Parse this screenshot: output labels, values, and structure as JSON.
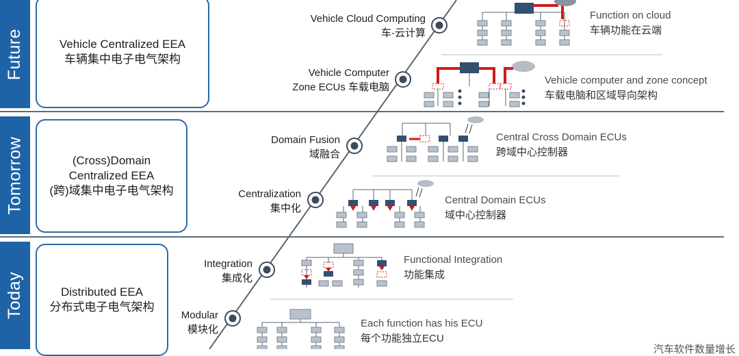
{
  "bands": [
    {
      "label": "Future"
    },
    {
      "label": "Tomorrow"
    },
    {
      "label": "Today"
    }
  ],
  "architectures": [
    {
      "en": "Vehicle Centralized EEA",
      "zh": "车辆集中电子电气架构"
    },
    {
      "en1": "(Cross)Domain",
      "en2": "Centralized EEA",
      "zh": "(跨)域集中电子电气架构"
    },
    {
      "en": "Distributed EEA",
      "zh": "分布式电子电气架构"
    }
  ],
  "steps": [
    {
      "en": "Vehicle Cloud Computing",
      "zh": "车-云计算"
    },
    {
      "en1": "Vehicle Computer",
      "en2": "Zone ECUs 车载电脑"
    },
    {
      "en": "Domain Fusion",
      "zh": "域融合"
    },
    {
      "en": "Centralization",
      "zh": "集中化"
    },
    {
      "en": "Integration",
      "zh": "集成化"
    },
    {
      "en": "Modular",
      "zh": "模块化"
    }
  ],
  "descriptions": [
    {
      "en": "Function on cloud",
      "zh": "车辆功能在云端"
    },
    {
      "en": "Vehicle computer and zone concept",
      "zh": "车载电脑和区域导向架构"
    },
    {
      "en": "Central Cross Domain ECUs",
      "zh": "跨域中心控制器"
    },
    {
      "en": "Central Domain ECUs",
      "zh": "域中心控制器"
    },
    {
      "en": "Functional Integration",
      "zh": "功能集成"
    },
    {
      "en": "Each function has his ECU",
      "zh": "每个功能独立ECU"
    }
  ],
  "watermark": "汽车软件数量增长",
  "colors": {
    "band": "#1f63a7",
    "border": "#2a6aa6",
    "ecu_gray": "#b9c2cc",
    "ecu_dark": "#33506f",
    "red": "#d11a1a"
  }
}
